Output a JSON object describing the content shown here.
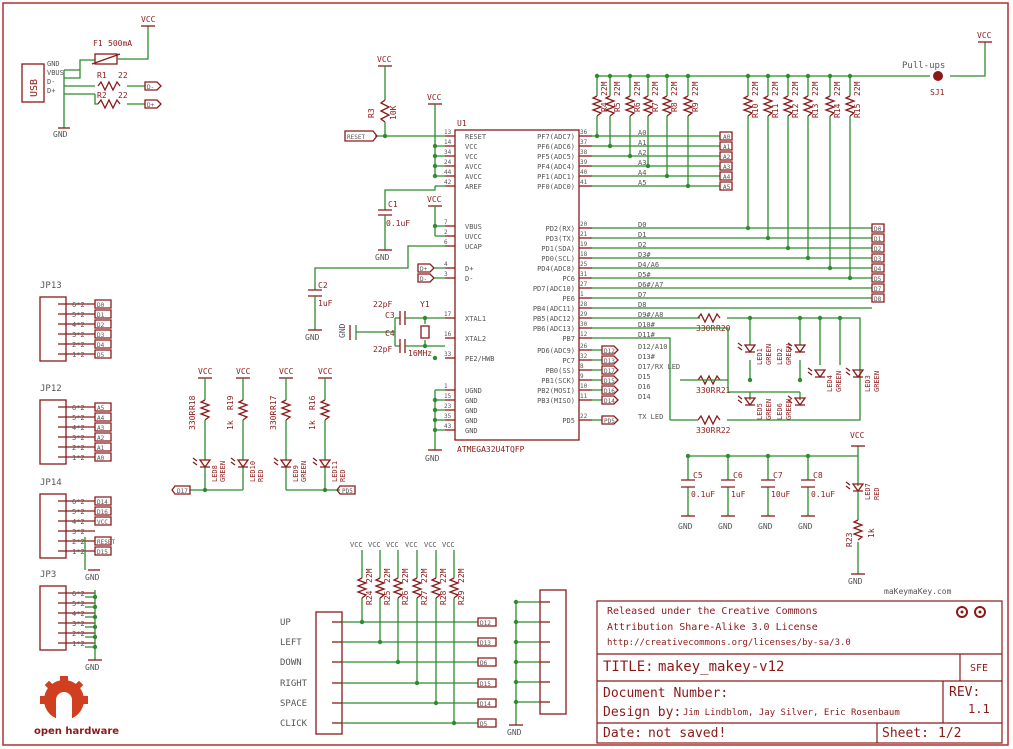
{
  "usb": {
    "label": "USB",
    "pins": [
      "GND",
      "VBUS",
      "D-",
      "D+"
    ],
    "gnd": "GND"
  },
  "fuse": {
    "name": "F1",
    "value": "500mA",
    "vcc": "VCC"
  },
  "r1": {
    "name": "R1",
    "value": "22"
  },
  "r2": {
    "name": "R2",
    "value": "22"
  },
  "usb_net": [
    "D-",
    "D+"
  ],
  "r3": {
    "name": "R3",
    "value": "10K"
  },
  "reset_net": "RESET",
  "vcc": "VCC",
  "gnd": "GND",
  "c1": {
    "name": "C1",
    "value": "0.1uF"
  },
  "c2": {
    "name": "C2",
    "value": "1uF"
  },
  "c3": {
    "name": "C3",
    "value": "22pF"
  },
  "c4": {
    "name": "C4",
    "value": "22pF"
  },
  "crystal": {
    "name": "Y1",
    "value": "16MHz"
  },
  "u1": {
    "name": "U1",
    "part": "ATMEGA32U4TQFP",
    "left_pins": [
      {
        "num": "13",
        "label": "RESET"
      },
      {
        "num": "14",
        "label": "VCC"
      },
      {
        "num": "34",
        "label": "VCC"
      },
      {
        "num": "24",
        "label": "AVCC"
      },
      {
        "num": "44",
        "label": "AVCC"
      },
      {
        "num": "42",
        "label": "AREF"
      },
      {
        "num": "7",
        "label": "VBUS"
      },
      {
        "num": "2",
        "label": "UVCC"
      },
      {
        "num": "6",
        "label": "UCAP"
      },
      {
        "num": "4",
        "label": "D+"
      },
      {
        "num": "3",
        "label": "D-"
      },
      {
        "num": "17",
        "label": "XTAL1"
      },
      {
        "num": "16",
        "label": "XTAL2"
      },
      {
        "num": "33",
        "label": "PE2/HWB"
      },
      {
        "num": "1",
        "label": "UGND"
      },
      {
        "num": "15",
        "label": "GND"
      },
      {
        "num": "23",
        "label": "GND"
      },
      {
        "num": "35",
        "label": "GND"
      },
      {
        "num": "43",
        "label": "GND"
      }
    ],
    "right_pins": [
      {
        "num": "36",
        "label": "PF7(ADC7)",
        "net": "A0"
      },
      {
        "num": "37",
        "label": "PF6(ADC6)",
        "net": "A1"
      },
      {
        "num": "38",
        "label": "PF5(ADC5)",
        "net": "A2"
      },
      {
        "num": "39",
        "label": "PF4(ADC4)",
        "net": "A3"
      },
      {
        "num": "40",
        "label": "PF1(ADC1)",
        "net": "A4"
      },
      {
        "num": "41",
        "label": "PF0(ADC0)",
        "net": "A5"
      },
      {
        "num": "20",
        "label": "PD2(RX)",
        "net": "D0"
      },
      {
        "num": "21",
        "label": "PD3(TX)",
        "net": "D1"
      },
      {
        "num": "19",
        "label": "PD1(SDA)",
        "net": "D2"
      },
      {
        "num": "18",
        "label": "PD0(SCL)",
        "net": "D3#"
      },
      {
        "num": "25",
        "label": "PD4(ADC8)",
        "net": "D4/A6"
      },
      {
        "num": "31",
        "label": "PC6",
        "net": "D5#"
      },
      {
        "num": "27",
        "label": "PD7(ADC10)",
        "net": "D6#/A7"
      },
      {
        "num": "1",
        "label": "PE6",
        "net": "D7"
      },
      {
        "num": "28",
        "label": "PB4(ADC11)",
        "net": "D8"
      },
      {
        "num": "29",
        "label": "PB5(ADC12)",
        "net": "D9#/A8"
      },
      {
        "num": "30",
        "label": "PB6(ADC13)",
        "net": "D10#"
      },
      {
        "num": "12",
        "label": "PB7",
        "net": "D11#"
      },
      {
        "num": "26",
        "label": "PD6(ADC9)",
        "net": "D12/A10"
      },
      {
        "num": "32",
        "label": "PC7",
        "net": "D13#"
      },
      {
        "num": "8",
        "label": "PB0(SS)",
        "net": "D17/RX LED"
      },
      {
        "num": "9",
        "label": "PB1(SCK)",
        "net": "D15"
      },
      {
        "num": "10",
        "label": "PB2(MOSI)",
        "net": "D16"
      },
      {
        "num": "11",
        "label": "PB3(MISO)",
        "net": "D14"
      },
      {
        "num": "22",
        "label": "PD5",
        "net": "TX LED"
      }
    ],
    "net_flags": [
      "D12",
      "D13",
      "D17",
      "D15",
      "D16",
      "D14",
      "PD5"
    ]
  },
  "pullups": {
    "label": "Pull-ups",
    "jumper": "SJ1",
    "analog": [
      {
        "name": "R4",
        "value": "22M"
      },
      {
        "name": "R5",
        "value": "22M"
      },
      {
        "name": "R6",
        "value": "22M"
      },
      {
        "name": "R7",
        "value": "22M"
      },
      {
        "name": "R8",
        "value": "22M"
      },
      {
        "name": "R9",
        "value": "22M"
      }
    ],
    "digital": [
      {
        "name": "R10",
        "value": "22M"
      },
      {
        "name": "R11",
        "value": "22M"
      },
      {
        "name": "R12",
        "value": "22M"
      },
      {
        "name": "R13",
        "value": "22M"
      },
      {
        "name": "R14",
        "value": "22M"
      },
      {
        "name": "R15",
        "value": "22M"
      }
    ],
    "analog_flags": [
      "A0",
      "A1",
      "A2",
      "A3",
      "A4",
      "A5"
    ],
    "digital_flags": [
      "D0",
      "D1",
      "D2",
      "D3",
      "D4",
      "D5",
      "D7",
      "D8"
    ]
  },
  "leds_right": [
    {
      "name": "R20",
      "value": "330R"
    },
    {
      "name": "R21",
      "value": "330R"
    },
    {
      "name": "R22",
      "value": "330R"
    },
    {
      "name": "LED1",
      "color": "GREEN"
    },
    {
      "name": "LED2",
      "color": "GREEN"
    },
    {
      "name": "LED5",
      "color": "GREEN"
    },
    {
      "name": "LED6",
      "color": "GREEN"
    },
    {
      "name": "LED4",
      "color": "GREEN"
    },
    {
      "name": "LED3",
      "color": "GREEN"
    }
  ],
  "decoupling": [
    {
      "name": "C5",
      "value": "0.1uF"
    },
    {
      "name": "C6",
      "value": "1uF"
    },
    {
      "name": "C7",
      "value": "10uF"
    },
    {
      "name": "C8",
      "value": "0.1uF"
    }
  ],
  "power_led": {
    "resistor": "R23",
    "value": "1k",
    "led": "LED7",
    "color": "RED"
  },
  "leds_left": [
    {
      "res": "R18",
      "value": "330R",
      "led": "LED8",
      "color": "GREEN"
    },
    {
      "res": "R19",
      "value": "1k",
      "led": "LED10",
      "color": "RED"
    },
    {
      "res": "R17",
      "value": "330R",
      "led": "LED9",
      "color": "GREEN"
    },
    {
      "res": "R16",
      "value": "1k",
      "led": "LED11",
      "color": "RED"
    }
  ],
  "led_flags": [
    "D17",
    "PD5"
  ],
  "headers": [
    {
      "name": "JP13",
      "pins": [
        "6*2",
        "5*2",
        "4*2",
        "3*2",
        "2*2",
        "1*2"
      ],
      "nets": [
        "D0",
        "D1",
        "D2",
        "D3",
        "D4",
        "D5"
      ]
    },
    {
      "name": "JP12",
      "pins": [
        "6*2",
        "5*2",
        "4*2",
        "3*2",
        "2*2",
        "1*2"
      ],
      "nets": [
        "A5",
        "A4",
        "A3",
        "A2",
        "A1",
        "A0"
      ]
    },
    {
      "name": "JP14",
      "pins": [
        "6*2",
        "5*2",
        "4*2",
        "3*2",
        "2*2",
        "1*2"
      ],
      "nets": [
        "D14",
        "D16",
        "VCC",
        "",
        "RESET",
        "D15"
      ]
    },
    {
      "name": "JP3",
      "pins": [
        "6*2",
        "5*2",
        "4*2",
        "3*2",
        "2*2",
        "1*2"
      ],
      "nets": []
    }
  ],
  "inputs": {
    "labels": [
      "UP",
      "LEFT",
      "DOWN",
      "RIGHT",
      "SPACE",
      "CLICK"
    ],
    "flags": [
      "D12",
      "D13",
      "D6",
      "D15",
      "D14",
      "D5"
    ],
    "resistors": [
      {
        "name": "R24",
        "value": "22M"
      },
      {
        "name": "R25",
        "value": "22M"
      },
      {
        "name": "R26",
        "value": "22M"
      },
      {
        "name": "R27",
        "value": "22M"
      },
      {
        "name": "R28",
        "value": "22M"
      },
      {
        "name": "R29",
        "value": "22M"
      }
    ]
  },
  "website": "maKeymaKey.com",
  "logo_text": "open hardware",
  "title_block": {
    "license": [
      "Released under the Creative Commons",
      "Attribution Share-Alike 3.0 License",
      "http://creativecommons.org/licenses/by-sa/3.0"
    ],
    "title_label": "TITLE:",
    "title": "makey_makey-v12",
    "brand": "SFE",
    "doc_label": "Document Number:",
    "doc_number": "",
    "rev_label": "REV:",
    "rev": "1.1",
    "design_label": "Design by:",
    "designers": "Jim Lindblom, Jay Silver, Eric Rosenbaum",
    "date_label": "Date:",
    "date": "not saved!",
    "sheet_label": "Sheet:",
    "sheet": "1/2"
  },
  "colors": {
    "wire": "#2e8b2e",
    "part": "#8a1a1a",
    "text": "#555555",
    "frame": "#b03030"
  }
}
